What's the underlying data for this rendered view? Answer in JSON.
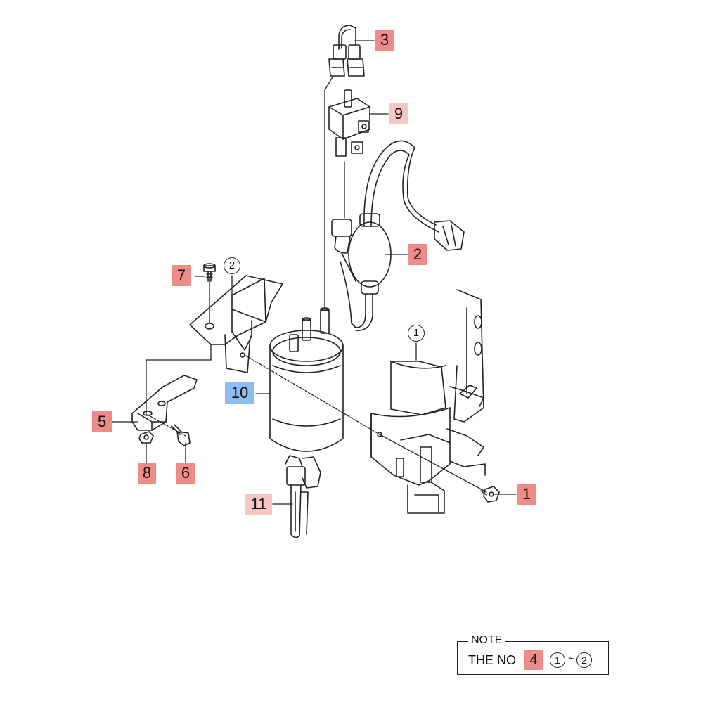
{
  "callouts": {
    "c1": "1",
    "c2": "2",
    "c3": "3",
    "c5": "5",
    "c6": "6",
    "c7": "7",
    "c8": "8",
    "c9": "9",
    "c10": "10",
    "c11": "11"
  },
  "circled_refs": {
    "r1": "1",
    "r2": "2"
  },
  "note": {
    "title": "NOTE",
    "text": "THE NO",
    "part_no": "4",
    "range_start": "1",
    "range_sep": "~",
    "range_end": "2"
  },
  "colors": {
    "highlight_red": "#f08c88",
    "highlight_pink": "#f6c6c2",
    "highlight_blue": "#8cbcf0",
    "line": "#222222"
  }
}
